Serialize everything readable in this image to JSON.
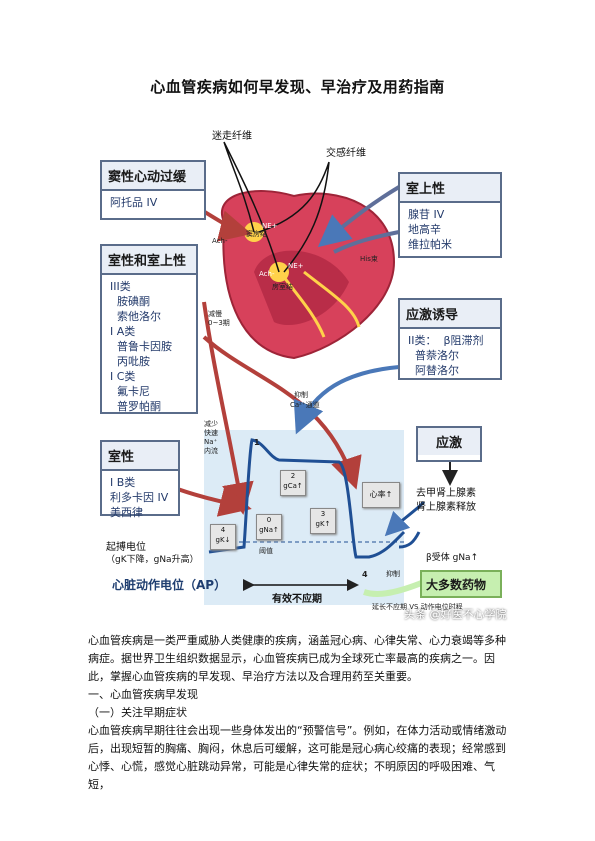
{
  "document": {
    "title": "心血管疾病如何早发现、早治疗及用药指南",
    "paragraphs": [
      "心血管疾病是一类严重威胁人类健康的疾病，涵盖冠心病、心律失常、心力衰竭等多种病症。据世界卫生组织数据显示，心血管疾病已成为全球死亡率最高的疾病之一。因此，掌握心血管疾病的早发现、早治疗方法以及合理用药至关重要。",
      "一、心血管疾病早发现",
      "（一）关注早期症状",
      "心血管疾病早期往往会出现一些身体发出的“预警信号”。例如，在体力活动或情绪激动后，出现短暂的胸痛、胸闷，休息后可缓解，这可能是冠心病心绞痛的表现；经常感到心悸、心慌，感觉心脏跳动异常，可能是心律失常的症状；不明原因的呼吸困难、气短，"
    ]
  },
  "figure": {
    "vagus": "迷走纤维",
    "sympathetic": "交感纤维",
    "his": "His束",
    "ne1": "NE+",
    "ne2": "NE+",
    "ach1": "Ach-",
    "ach2": "Ach-",
    "sa_node": "窦房结",
    "av_node": "房室结",
    "box_sinus": {
      "title": "窦性心动过缓",
      "body": "阿托品 IV"
    },
    "box_supra": {
      "title": "室上性",
      "body": "腺苷 IV\n地高辛\n维拉帕米"
    },
    "box_vsupra": {
      "title": "室性和室上性",
      "body": "III类\n  胺碘酮\n  索他洛尔\nI A类\n  普鲁卡因胺\n  丙吡胺\nI C类\n  氟卡尼\n  普罗帕酮"
    },
    "box_stress": {
      "title": "应激诱导",
      "body": "II类：  β阻滞剂\n  普萘洛尔\n  阿替洛尔"
    },
    "box_vent": {
      "title": "室性",
      "body": "I B类\n利多卡因 IV\n美西律"
    },
    "stress": "应激",
    "stress_effect1": "去甲肾上腺素",
    "stress_effect2": "肾上腺素释放",
    "hr_up": "心率↑",
    "beta": "β受体 gNa↑",
    "most_drugs": "大多数药物",
    "extend": "延长不应期 VS 动作电位时程",
    "inhibit": "抑制",
    "inhibit_ca": "抑制",
    "ca_channel": "Ca²⁺通道",
    "reduce": "减少\n快速\nNa⁺\n内流",
    "slow": "减慢\n0~3期",
    "threshold": "阈值",
    "pacing1": "起搏电位",
    "pacing2": "（gK下降，gNa升高）",
    "ap_label": "心脏动作电位（AP）",
    "refractory": "有效不应期",
    "phase1": "1",
    "phase4": "4",
    "chip2": {
      "num": "2",
      "txt": "gCa↑"
    },
    "chip0": {
      "num": "0",
      "txt": "gNa↑"
    },
    "chip3": {
      "num": "3",
      "txt": "gK↑"
    },
    "chip4": {
      "num": "4",
      "txt": "gK↓"
    }
  },
  "watermark": "头条 @好医不心学院",
  "colors": {
    "box_border": "#5a6c8a",
    "arrow_red": "#b3403b",
    "arrow_blue": "#4a78b8",
    "heart": "#d7415b",
    "ap_bg": "#dcebf6"
  }
}
